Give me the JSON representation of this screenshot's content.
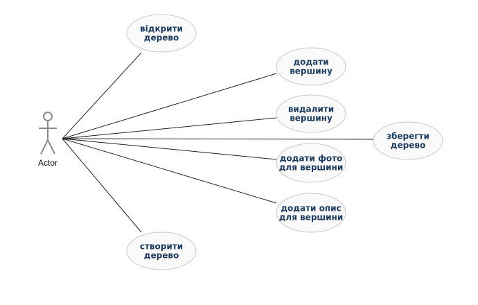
{
  "diagram": {
    "actor": {
      "label": "Actor"
    },
    "use_cases": [
      {
        "id": "open-tree",
        "lines": [
          "відкрити",
          "дерево"
        ]
      },
      {
        "id": "add-vertex",
        "lines": [
          "додати",
          "вершину"
        ]
      },
      {
        "id": "delete-vertex",
        "lines": [
          "видалити",
          "вершину"
        ]
      },
      {
        "id": "save-tree",
        "lines": [
          "зберегти",
          "дерево"
        ]
      },
      {
        "id": "add-photo",
        "lines": [
          "додати фото",
          "для вершини"
        ]
      },
      {
        "id": "add-description",
        "lines": [
          "додати опис",
          "для вершини"
        ]
      },
      {
        "id": "create-tree",
        "lines": [
          "створити",
          "дерево"
        ]
      }
    ],
    "associations": [
      {
        "from": "actor",
        "to": "open-tree"
      },
      {
        "from": "actor",
        "to": "add-vertex"
      },
      {
        "from": "actor",
        "to": "delete-vertex"
      },
      {
        "from": "actor",
        "to": "save-tree"
      },
      {
        "from": "actor",
        "to": "add-photo"
      },
      {
        "from": "actor",
        "to": "add-description"
      },
      {
        "from": "actor",
        "to": "create-tree"
      }
    ],
    "colors": {
      "use_case_text": "#1b3a5c",
      "use_case_border": "#c8c8c8",
      "actor_stroke": "#8a8a8a",
      "line": "#222222"
    }
  }
}
